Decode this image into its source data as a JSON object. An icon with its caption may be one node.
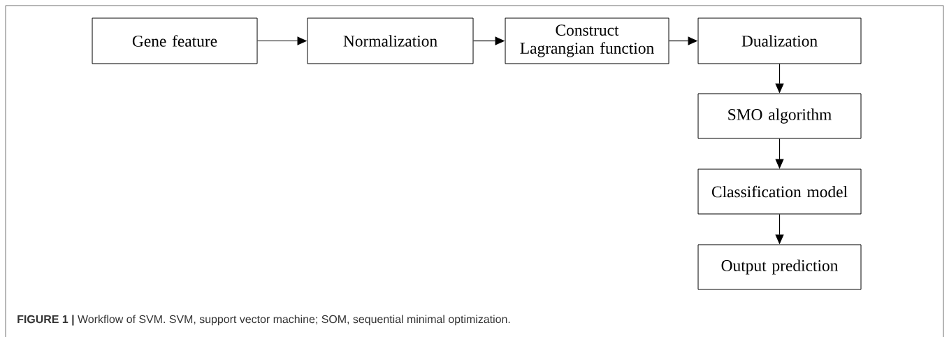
{
  "diagram": {
    "caption": "**FIGURE 1 |** Workflow of SVM. SVM, support vector machine; SOM, sequential minimal optimization.",
    "nodes": [
      {
        "text": [
          "Gene feature"
        ]
      },
      {
        "text": [
          "Normalization"
        ]
      },
      {
        "text": [
          "Construct Lagrangian function"
        ]
      },
      {
        "text": [
          "Dualization"
        ]
      },
      {
        "text": [
          "SMO algorithm"
        ]
      },
      {
        "text": [
          "Classification model"
        ]
      },
      {
        "text": [
          "Output prediction"
        ]
      }
    ],
    "edges": [
      {
        "from": 0,
        "to": 1,
        "arrow": "to"
      },
      {
        "from": 1,
        "to": 2,
        "arrow": "to"
      },
      {
        "from": 2,
        "to": 3,
        "arrow": "to"
      },
      {
        "from": 3,
        "to": 4,
        "arrow": "to"
      },
      {
        "from": 4,
        "to": 5,
        "arrow": "to"
      },
      {
        "from": 5,
        "to": 6,
        "arrow": "to"
      }
    ]
  }
}
